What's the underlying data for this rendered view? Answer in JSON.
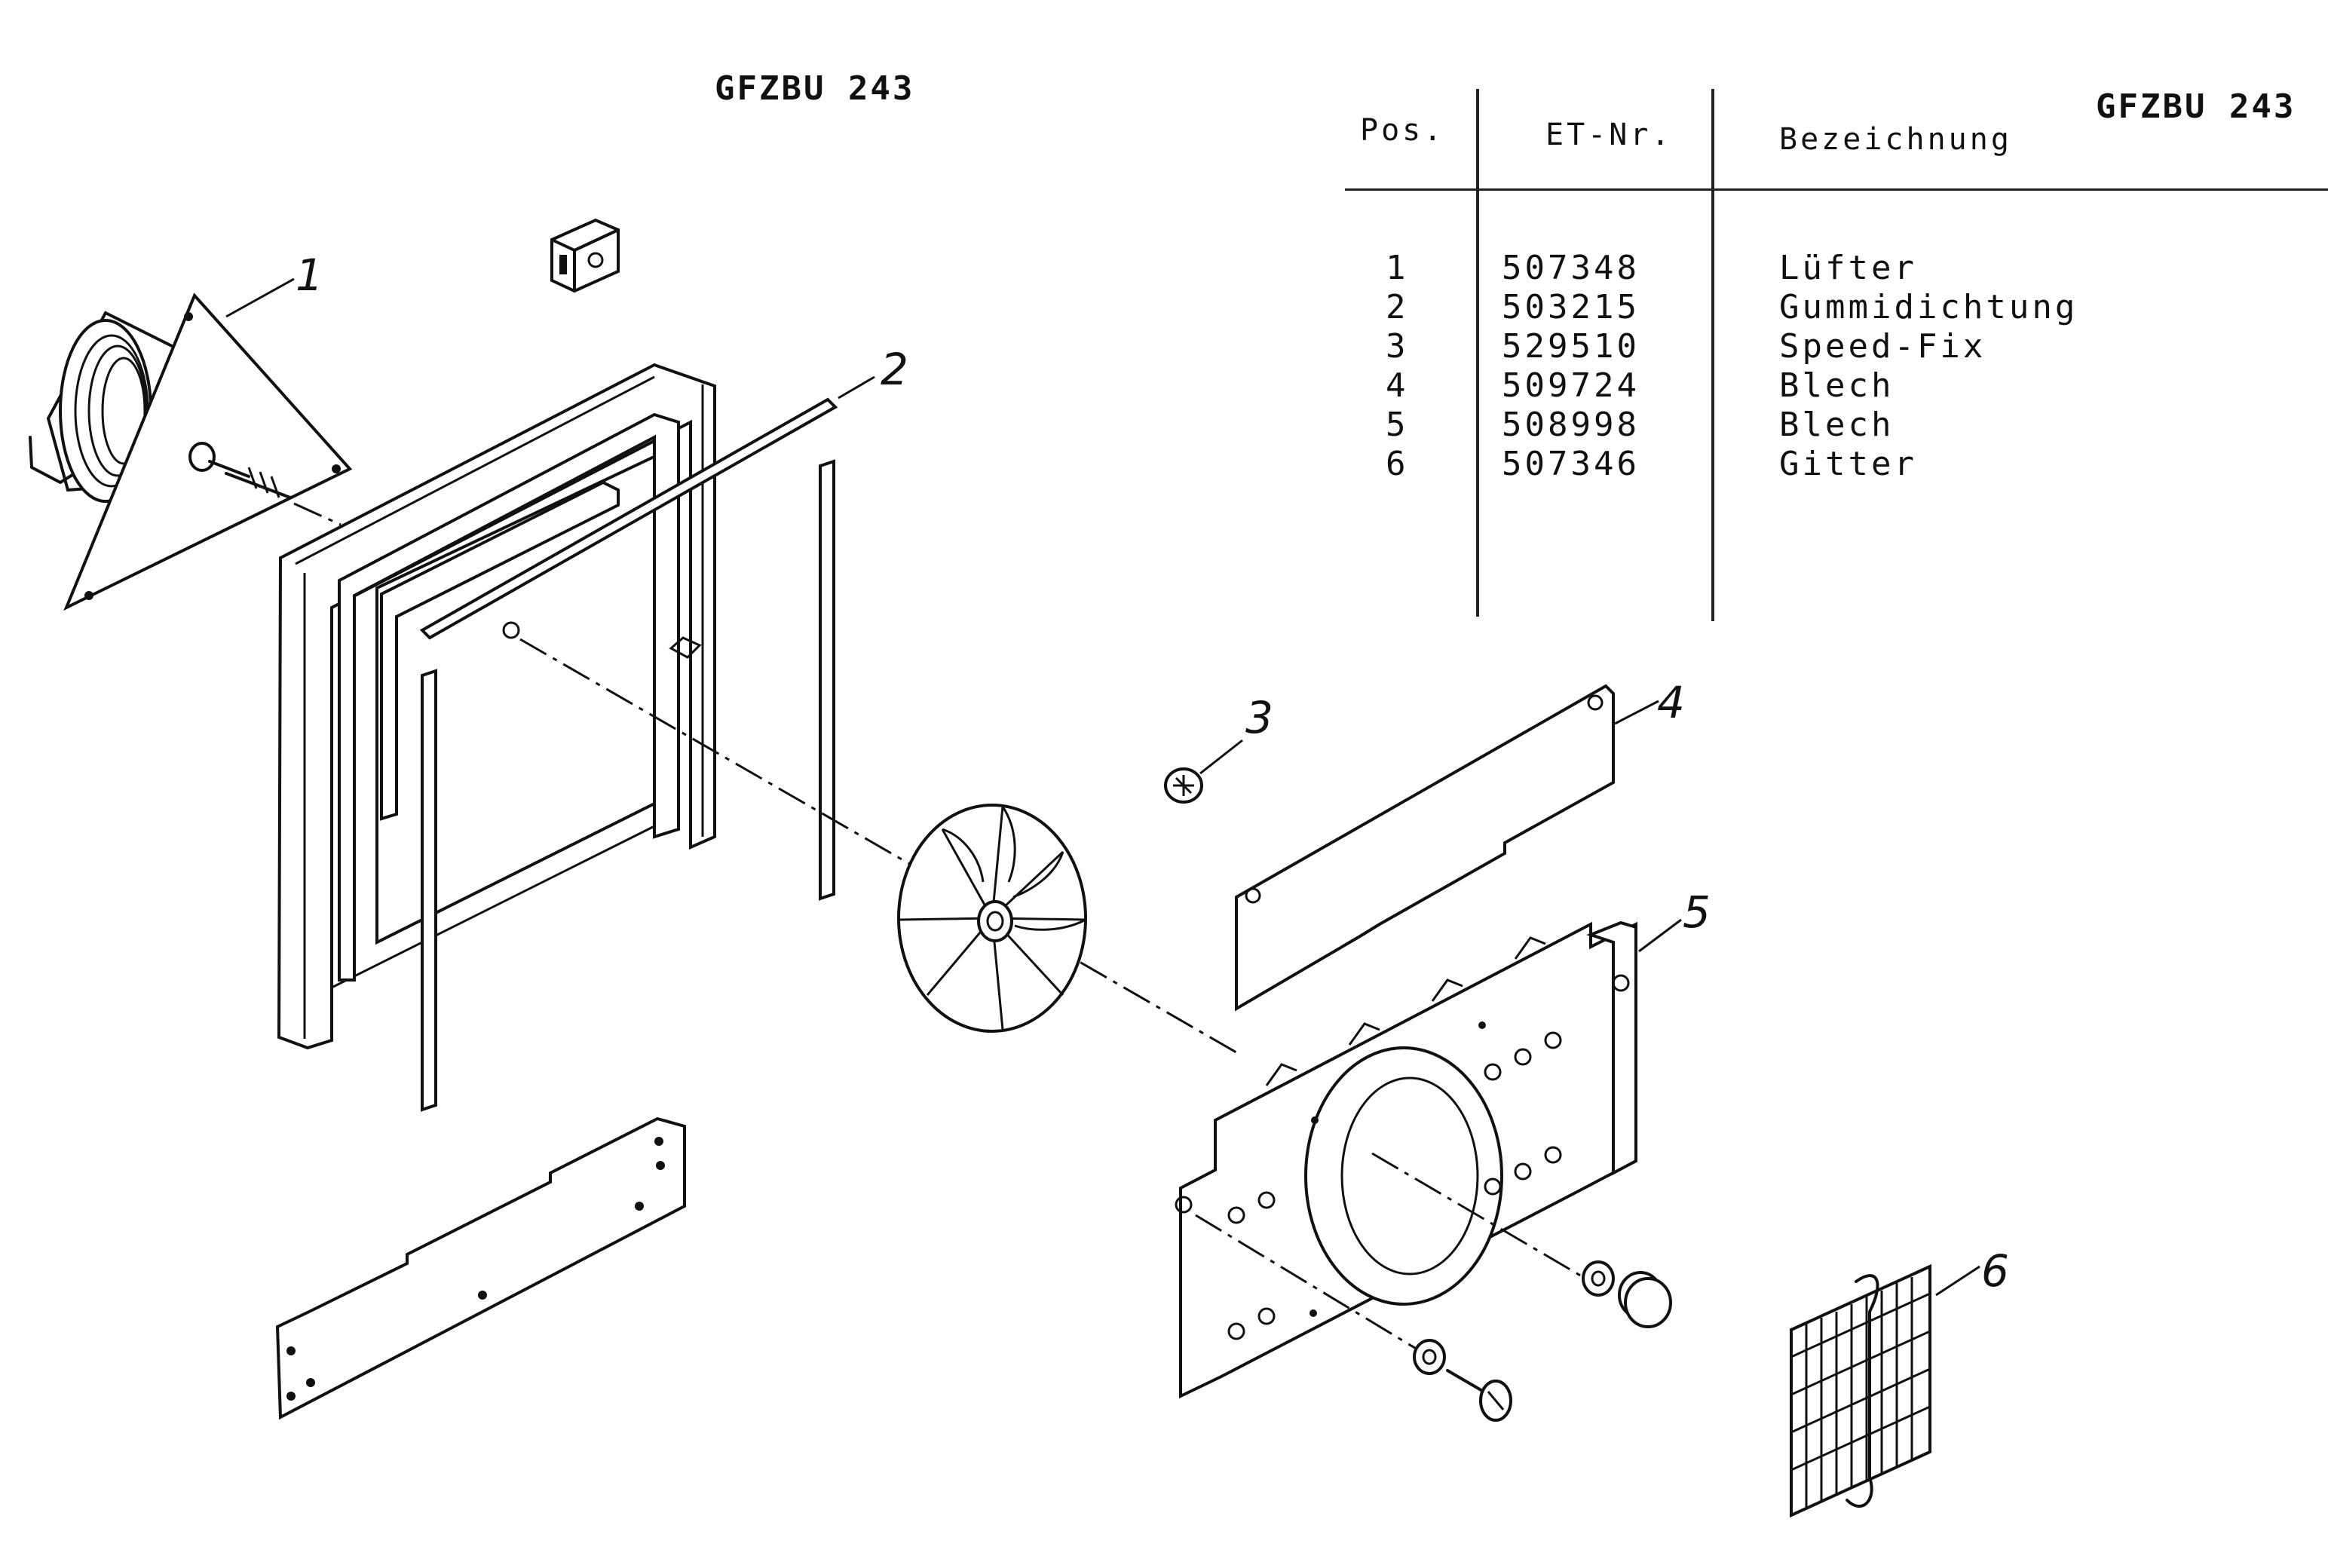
{
  "titles": {
    "left": "GFZBU 243",
    "right": "GFZBU 243"
  },
  "table": {
    "headers": {
      "pos": "Pos.",
      "et_nr": "ET-Nr.",
      "bezeichnung": "Bezeichnung"
    },
    "rows": [
      {
        "pos": "1",
        "et_nr": "507348",
        "bezeichnung": "Lüfter"
      },
      {
        "pos": "2",
        "et_nr": "503215",
        "bezeichnung": "Gummidichtung"
      },
      {
        "pos": "3",
        "et_nr": "529510",
        "bezeichnung": "Speed-Fix"
      },
      {
        "pos": "4",
        "et_nr": "509724",
        "bezeichnung": "Blech"
      },
      {
        "pos": "5",
        "et_nr": "508998",
        "bezeichnung": "Blech"
      },
      {
        "pos": "6",
        "et_nr": "507346",
        "bezeichnung": "Gitter"
      }
    ]
  },
  "callouts": [
    "1",
    "2",
    "3",
    "4",
    "5",
    "6"
  ]
}
